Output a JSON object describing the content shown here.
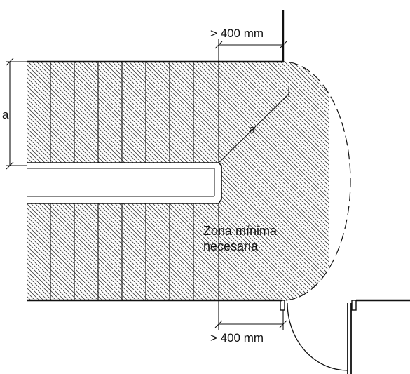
{
  "dimensions": {
    "top_clearance": "> 400 mm",
    "bottom_clearance": "> 400 mm",
    "flight_width": "a",
    "radius": "a"
  },
  "zone_label": {
    "line1": "Zona mínima",
    "line2": "necesaria"
  },
  "colors": {
    "line": "#111111",
    "hatch": "#333333",
    "background": "#ffffff"
  },
  "stairs": {
    "upper_flight_steps": 8,
    "lower_flight_steps": 8
  }
}
